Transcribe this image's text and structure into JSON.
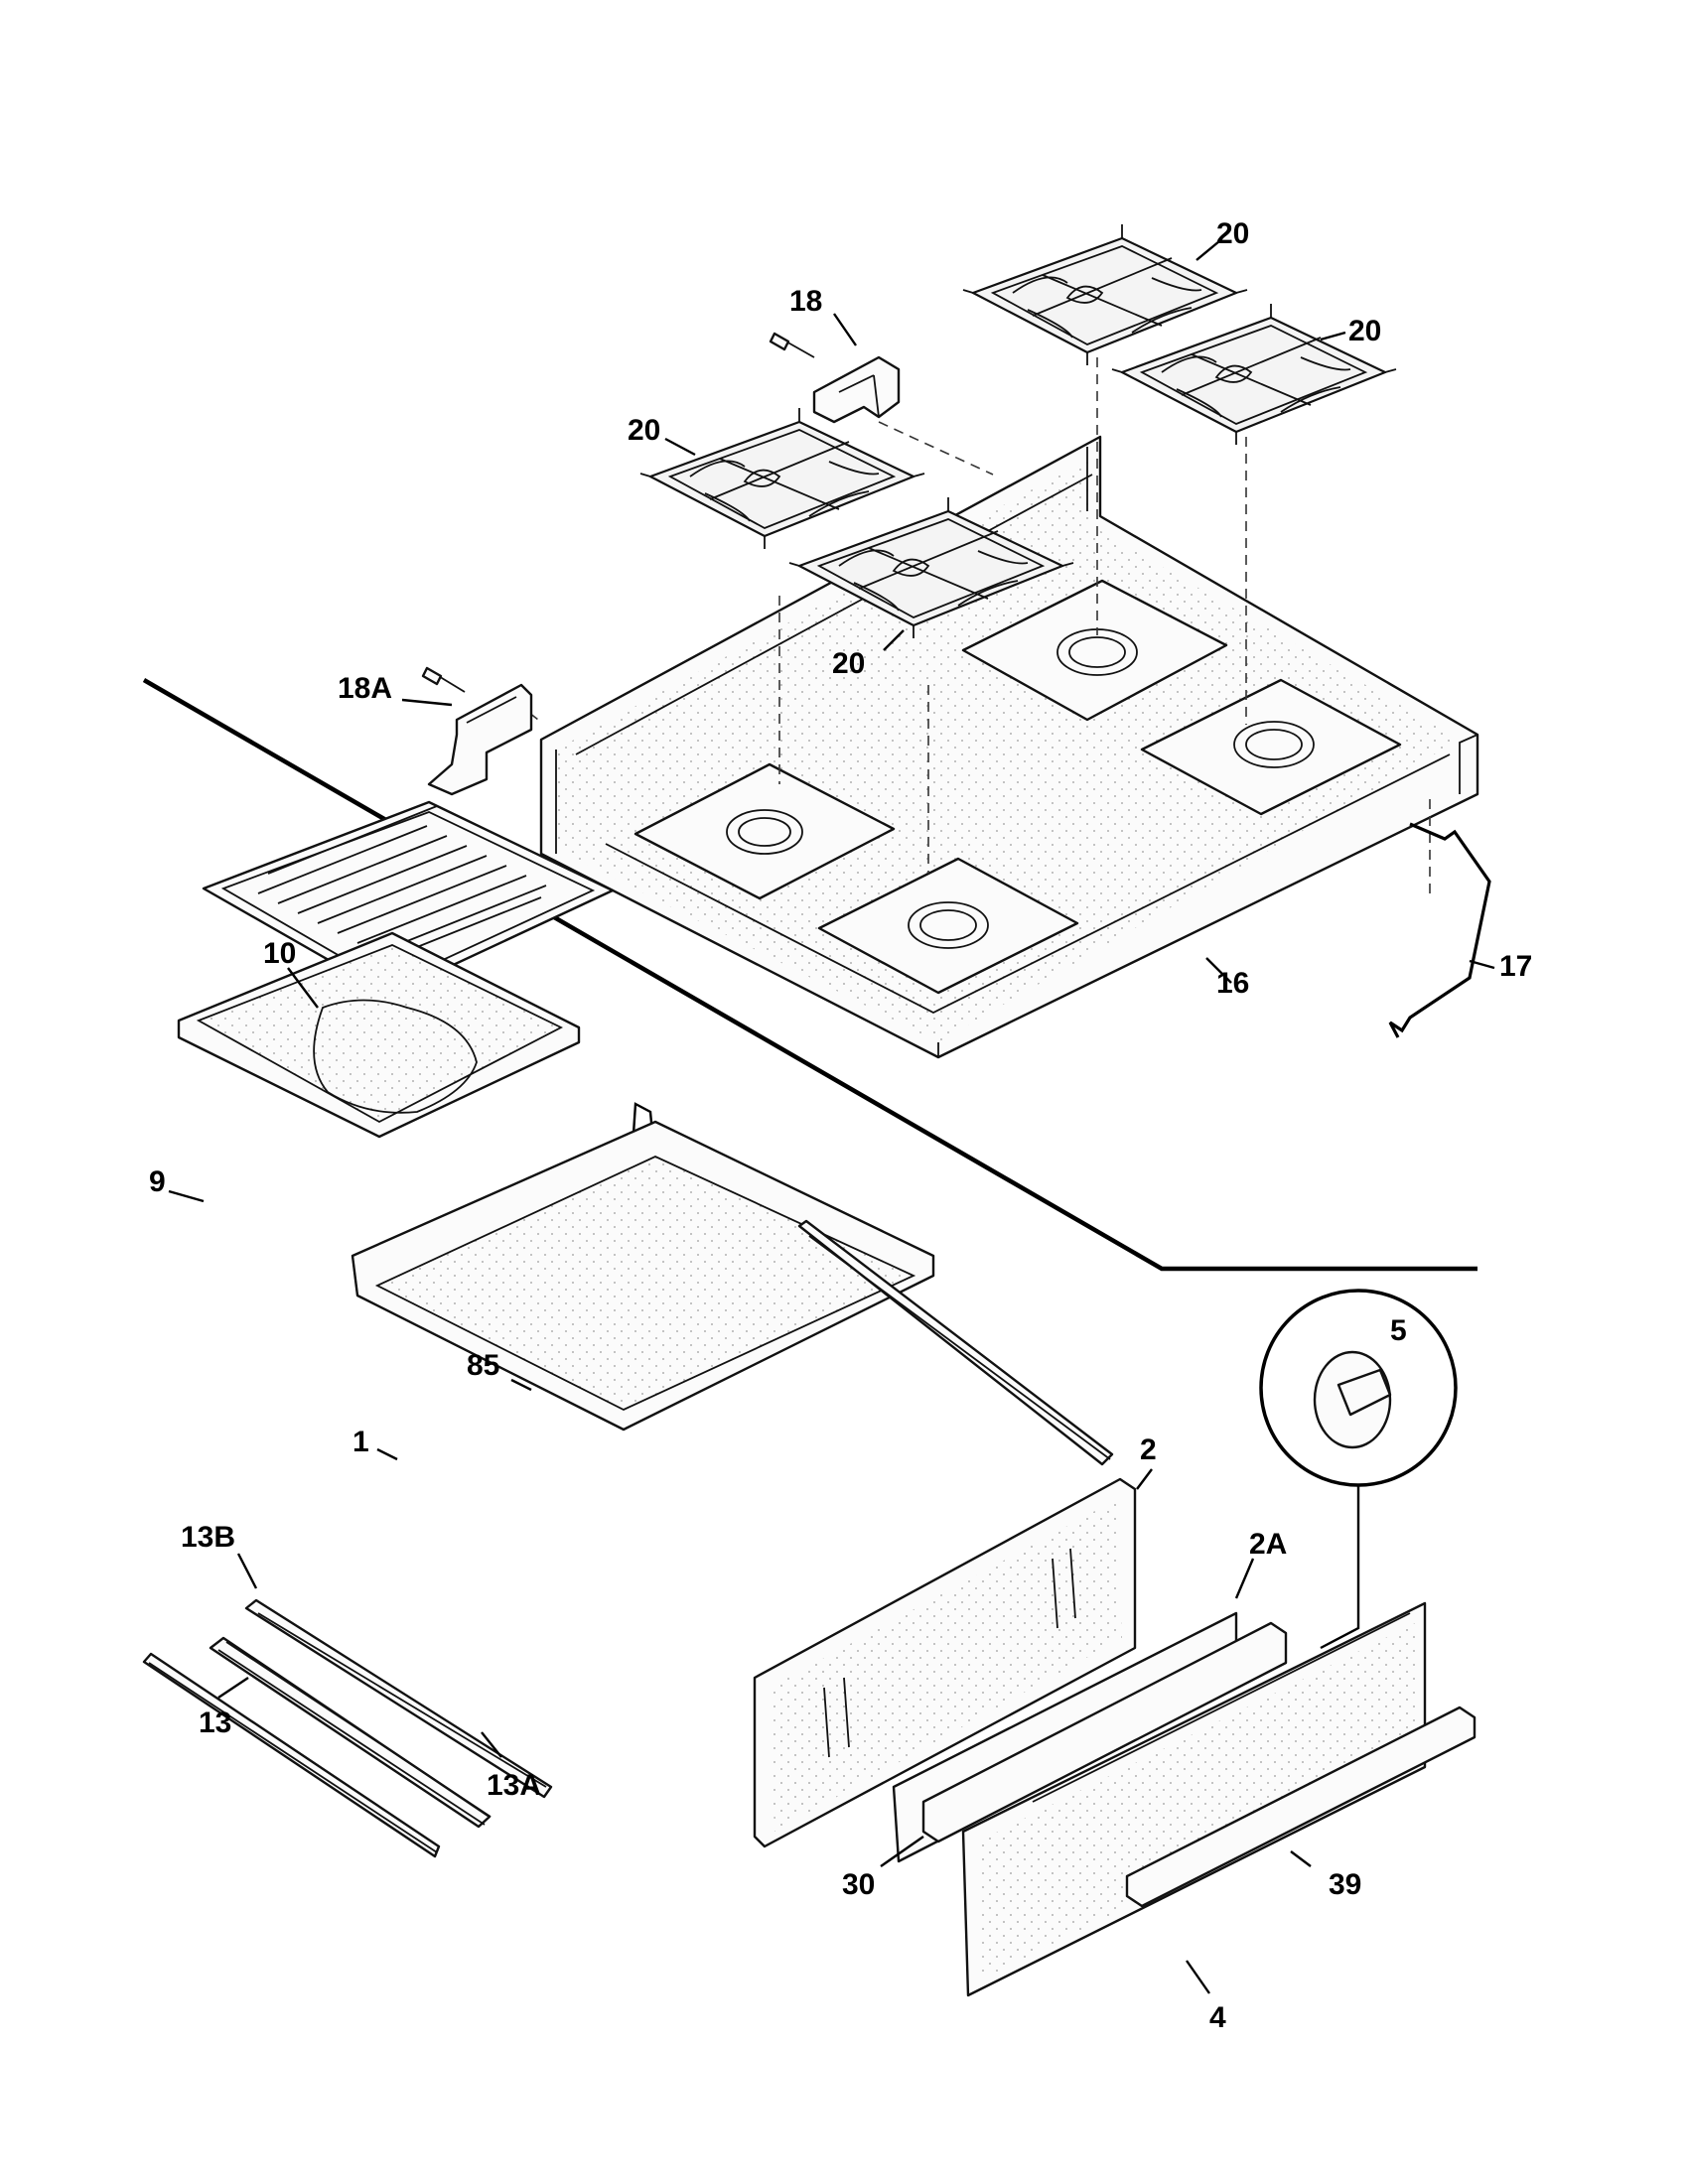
{
  "callouts": {
    "c1": "1",
    "c2": "2",
    "c2a": "2A",
    "c4": "4",
    "c5": "5",
    "c9": "9",
    "c10": "10",
    "c13": "13",
    "c13a": "13A",
    "c13b": "13B",
    "c16": "16",
    "c17": "17",
    "c18": "18",
    "c18a": "18A",
    "c20a": "20",
    "c20b": "20",
    "c20c": "20",
    "c20d": "20",
    "c30": "30",
    "c39": "39",
    "c85": "85"
  }
}
